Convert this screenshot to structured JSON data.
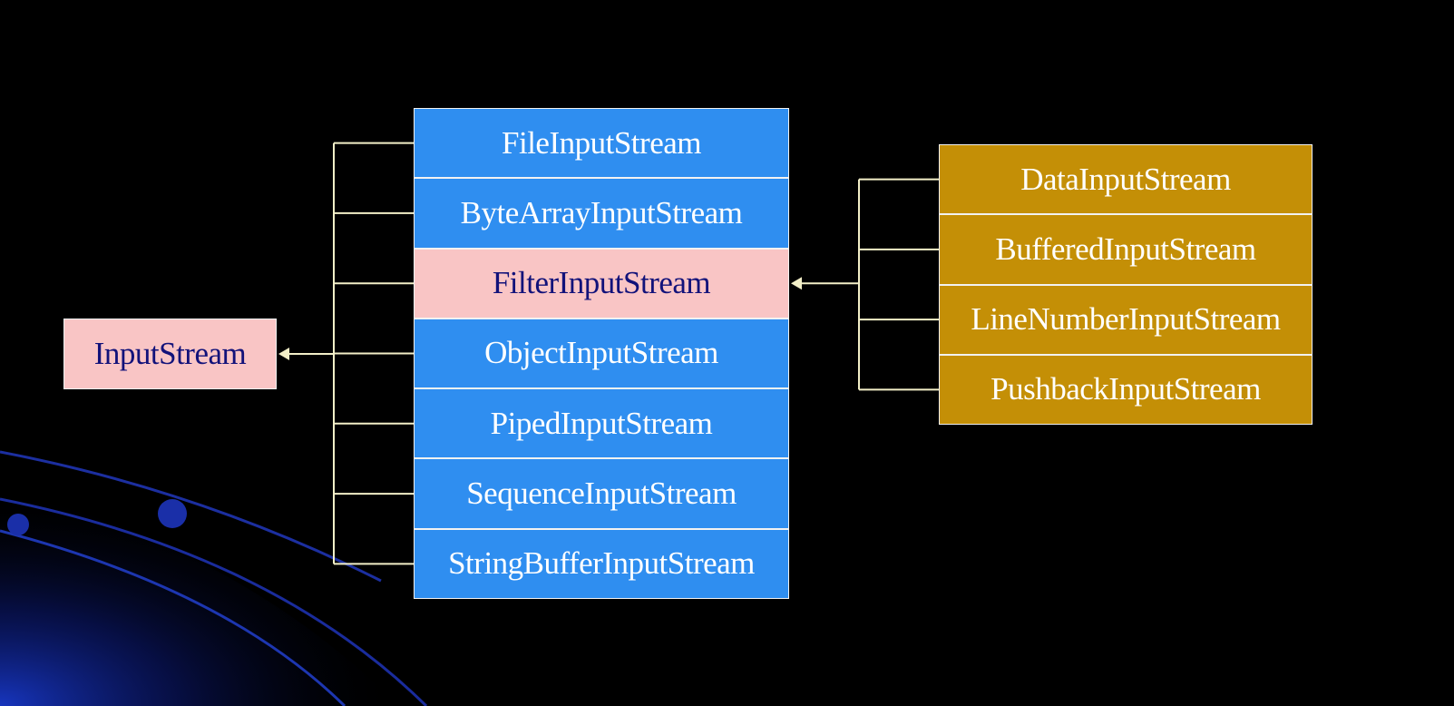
{
  "colors": {
    "background": "#000000",
    "concrete_box": "#2f8ef0",
    "highlight_box": "#f9c5c5",
    "decorator_box": "#c48f06",
    "connector_line": "#f3efc8",
    "box_border": "#f2f2f2"
  },
  "base_class": {
    "label": "InputStream"
  },
  "subclasses": [
    {
      "label": "FileInputStream",
      "highlight": false
    },
    {
      "label": "ByteArrayInputStream",
      "highlight": false
    },
    {
      "label": "FilterInputStream",
      "highlight": true
    },
    {
      "label": "ObjectInputStream",
      "highlight": false
    },
    {
      "label": "PipedInputStream",
      "highlight": false
    },
    {
      "label": "SequenceInputStream",
      "highlight": false
    },
    {
      "label": "StringBufferInputStream",
      "highlight": false
    }
  ],
  "filter_subclasses": [
    {
      "label": "DataInputStream"
    },
    {
      "label": "BufferedInputStream"
    },
    {
      "label": "LineNumberInputStream"
    },
    {
      "label": "PushbackInputStream"
    }
  ]
}
